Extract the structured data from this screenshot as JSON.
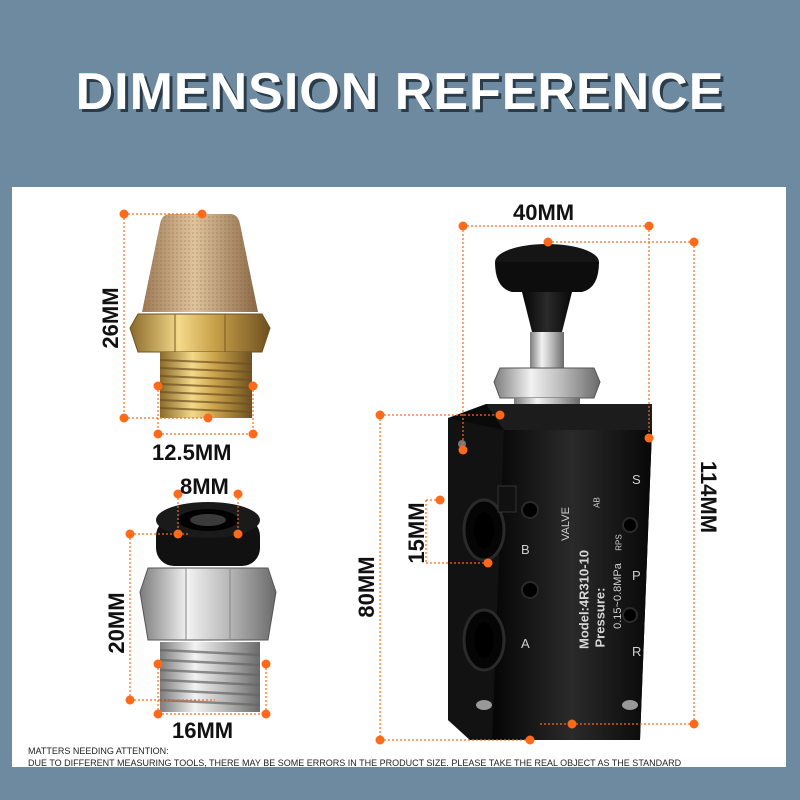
{
  "header": {
    "title": "DIMENSION REFERENCE"
  },
  "muffler": {
    "height_label": "26MM",
    "width_label": "12.5MM"
  },
  "fitting": {
    "tube_label": "8MM",
    "height_label": "20MM",
    "width_label": "16MM"
  },
  "valve": {
    "width_label": "40MM",
    "total_height_label": "114MM",
    "body_height_label": "80MM",
    "port_label": "15MM",
    "print": {
      "brand": "VALVE",
      "model": "Model:4R310-10",
      "pressure": "Pressure:",
      "pressure_range": "0.15~0.8MPa",
      "port_a": "A",
      "port_b": "B",
      "port_p": "P",
      "port_r": "R",
      "port_s": "S",
      "mark_ab": "AB",
      "mark_rps": "RPS"
    }
  },
  "notes": {
    "heading": "MATTERS NEEDING ATTENTION:",
    "body": "DUE TO DIFFERENT MEASURING TOOLS, THERE MAY BE SOME ERRORS IN THE PRODUCT SIZE. PLEASE TAKE THE REAL OBJECT AS THE STANDARD"
  },
  "colors": {
    "background": "#6e8aa0",
    "panel": "#ffffff",
    "marker": "#ff6a1a",
    "title_shadow": "#2a3c4a"
  }
}
